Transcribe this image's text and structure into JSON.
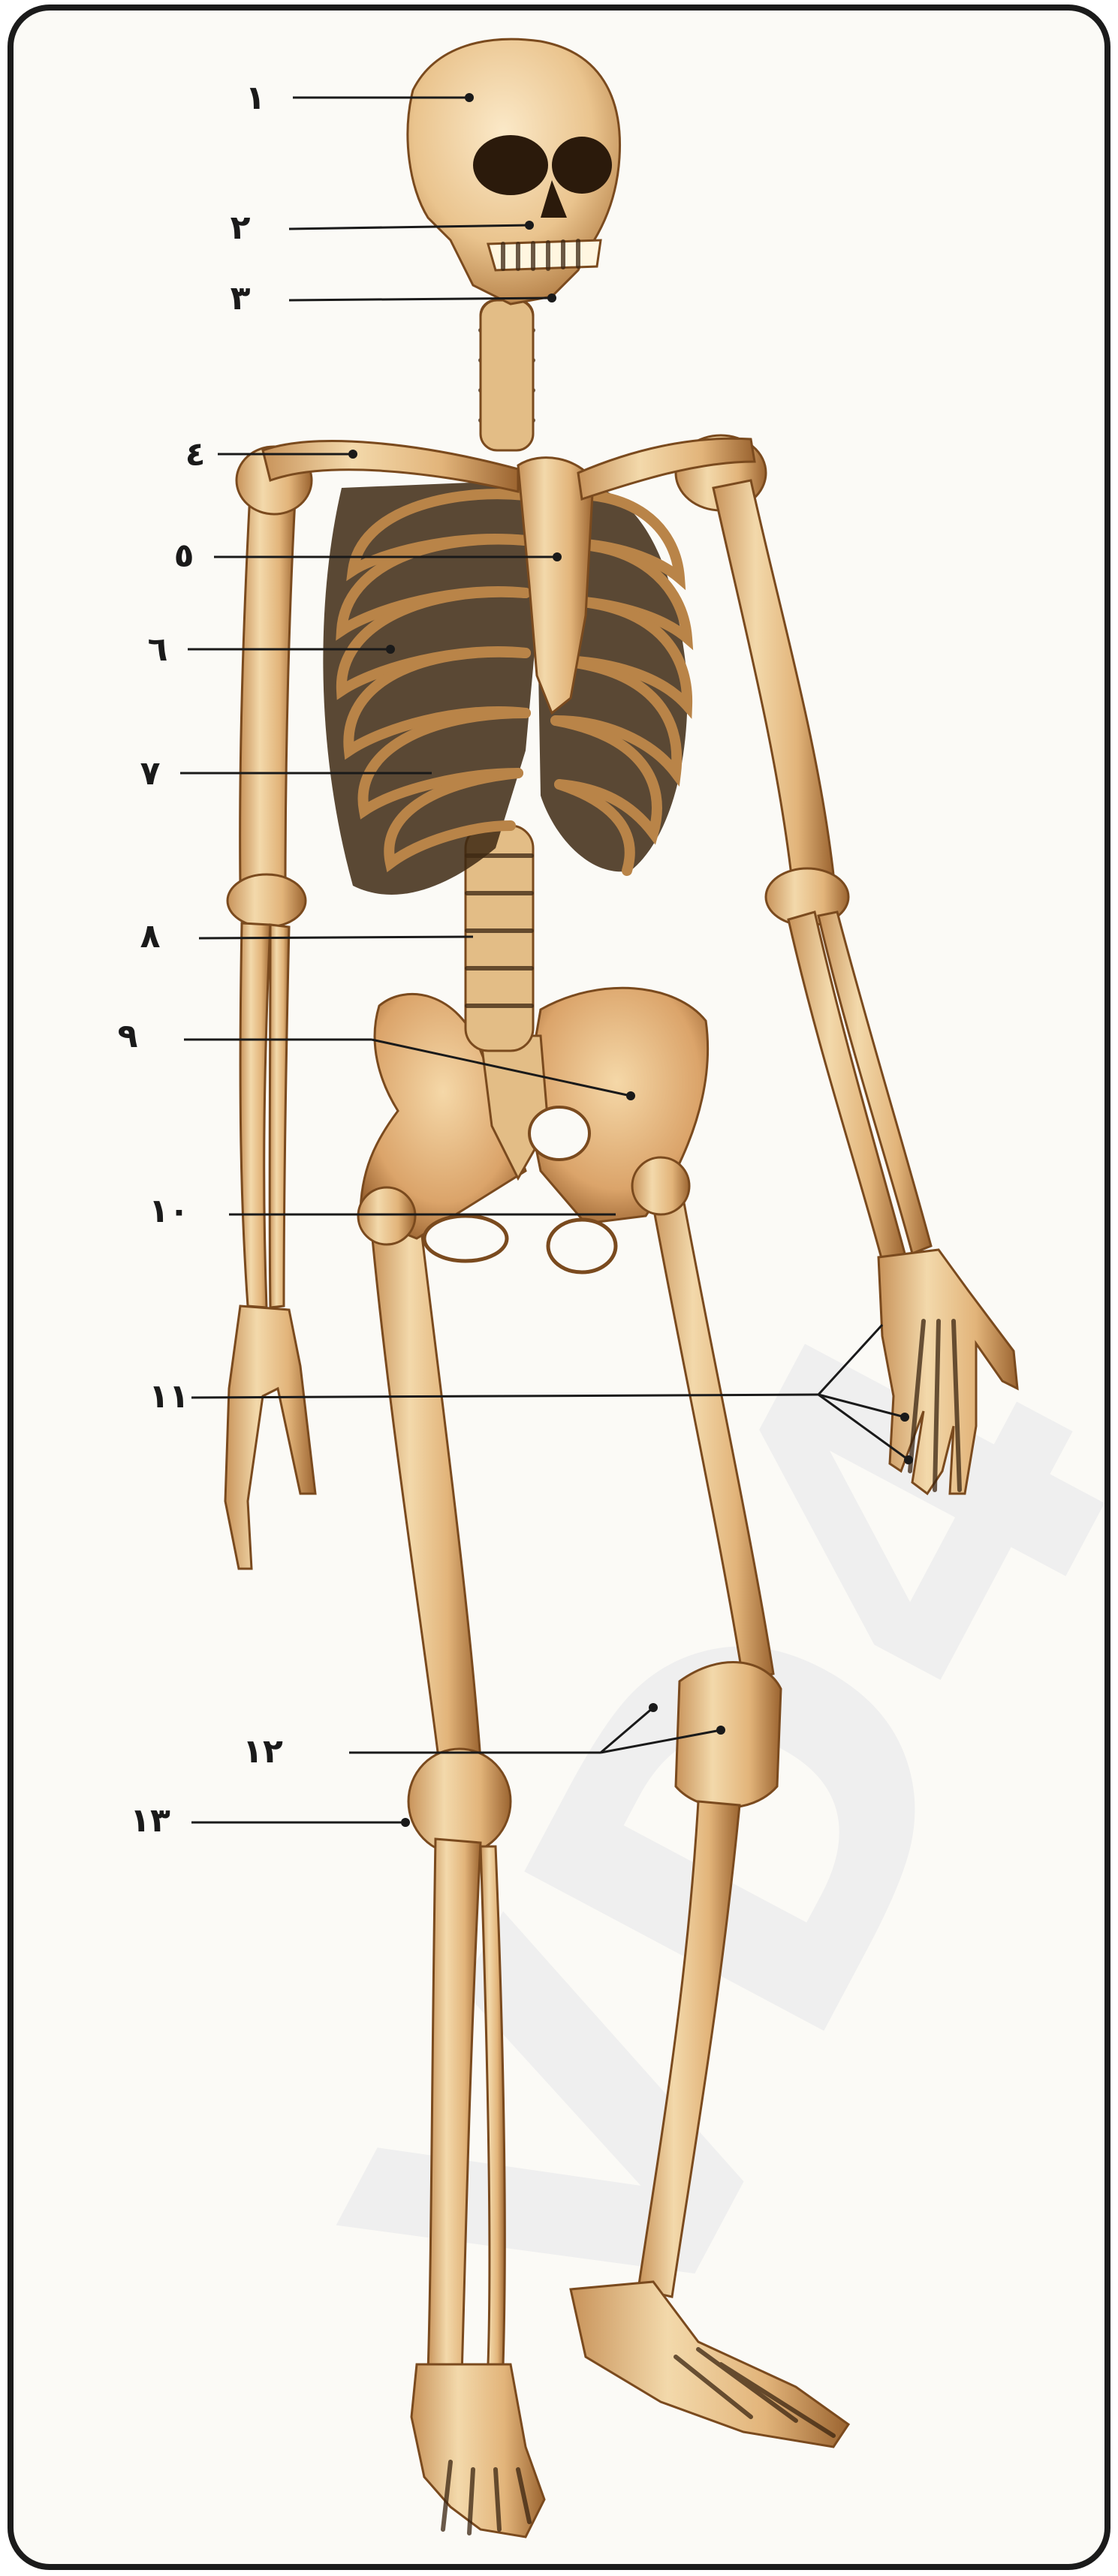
{
  "colors": {
    "frame": "#1b1b1b",
    "paper": "#fbfaf6",
    "bone_light": "#f2d6a6",
    "bone_mid": "#dcae72",
    "bone_dark": "#8a5526",
    "leader": "#1a1a1a",
    "watermark": "#eeeeee"
  },
  "watermark": {
    "text": "VD4"
  },
  "labels": [
    {
      "id": "label-1",
      "text": "١"
    },
    {
      "id": "label-2",
      "text": "٢"
    },
    {
      "id": "label-3",
      "text": "٣"
    },
    {
      "id": "label-4",
      "text": "٤"
    },
    {
      "id": "label-5",
      "text": "٥"
    },
    {
      "id": "label-6",
      "text": "٦"
    },
    {
      "id": "label-7",
      "text": "٧"
    },
    {
      "id": "label-8",
      "text": "٨"
    },
    {
      "id": "label-9",
      "text": "٩"
    },
    {
      "id": "label-10",
      "text": "١٠"
    },
    {
      "id": "label-11",
      "text": "١١"
    },
    {
      "id": "label-12",
      "text": "١٢"
    },
    {
      "id": "label-13",
      "text": "١٣"
    }
  ]
}
